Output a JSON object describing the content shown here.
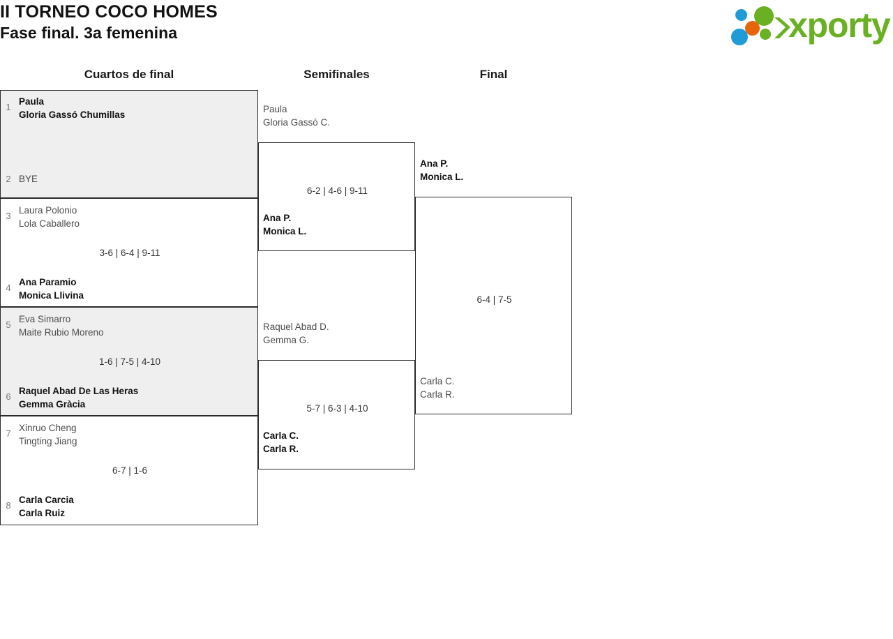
{
  "header": {
    "tournament_title": "II TORNEO COCO HOMES",
    "phase_title": "Fase final. 3a femenina",
    "logo": {
      "wordmark": "xporty",
      "colors": {
        "green": "#6ab023",
        "blue": "#1f9bd8",
        "orange": "#e8640a"
      }
    }
  },
  "columns": [
    {
      "key": "quarterfinals",
      "label": "Cuartos de final"
    },
    {
      "key": "semifinals",
      "label": "Semifinales"
    },
    {
      "key": "final",
      "label": "Final"
    }
  ],
  "bracket": {
    "quarterfinals": [
      {
        "score": "",
        "top": {
          "seed": "1",
          "line1": "Paula",
          "line2": "Gloria Gassó Chumillas",
          "winner": true
        },
        "bottom": {
          "seed": "2",
          "line1": "BYE",
          "line2": "",
          "winner": false
        }
      },
      {
        "score": "3-6 | 6-4 | 9-11",
        "top": {
          "seed": "3",
          "line1": "Laura Polonio",
          "line2": "Lola Caballero",
          "winner": false
        },
        "bottom": {
          "seed": "4",
          "line1": "Ana Paramio",
          "line2": "Monica Llivina",
          "winner": true
        }
      },
      {
        "score": "1-6 | 7-5 | 4-10",
        "top": {
          "seed": "5",
          "line1": "Eva Simarro",
          "line2": "Maite Rubio Moreno",
          "winner": false
        },
        "bottom": {
          "seed": "6",
          "line1": "Raquel Abad De Las Heras",
          "line2": "Gemma Gràcia",
          "winner": true
        }
      },
      {
        "score": "6-7 | 1-6",
        "top": {
          "seed": "7",
          "line1": "Xinruo Cheng",
          "line2": "Tingting Jiang",
          "winner": false
        },
        "bottom": {
          "seed": "8",
          "line1": "Carla Carcia",
          "line2": "Carla Ruiz",
          "winner": true
        }
      }
    ],
    "semifinals": [
      {
        "score": "6-2 | 4-6 | 9-11",
        "top": {
          "line1": "Paula",
          "line2": "Gloria Gassó C.",
          "winner": false
        },
        "bottom": {
          "line1": "Ana P.",
          "line2": "Monica L.",
          "winner": true
        }
      },
      {
        "score": "5-7 | 6-3 | 4-10",
        "top": {
          "line1": "Raquel Abad D.",
          "line2": "Gemma G.",
          "winner": false
        },
        "bottom": {
          "line1": "Carla C.",
          "line2": "Carla R.",
          "winner": true
        }
      }
    ],
    "final": [
      {
        "score": "6-4 | 7-5",
        "top": {
          "line1": "Ana P.",
          "line2": "Monica L.",
          "winner": true
        },
        "bottom": {
          "line1": "Carla C.",
          "line2": "Carla R.",
          "winner": false
        }
      }
    ]
  }
}
